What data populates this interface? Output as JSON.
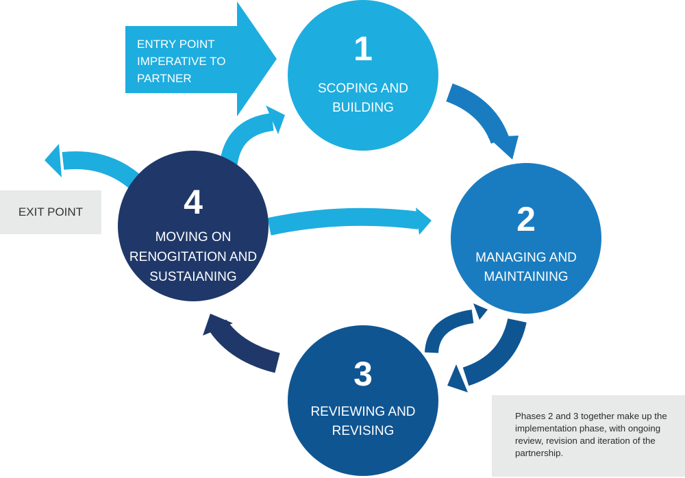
{
  "colors": {
    "light_blue": "#1eaddf",
    "mid_blue": "#1a7cc0",
    "deep_blue": "#0f5592",
    "navy": "#1f3869",
    "note_bg": "#e8e9e9"
  },
  "entry": {
    "lines": [
      "ENTRY POINT",
      "IMPERATIVE TO",
      "PARTNER"
    ]
  },
  "exit": {
    "label": "EXIT POINT"
  },
  "phases": [
    {
      "number": "1",
      "lines": [
        "SCOPING AND",
        "BUILDING"
      ]
    },
    {
      "number": "2",
      "lines": [
        "MANAGING AND",
        "MAINTAINING"
      ]
    },
    {
      "number": "3",
      "lines": [
        "REVIEWING AND",
        "REVISING"
      ]
    },
    {
      "number": "4",
      "lines": [
        "MOVING ON",
        "RENOGITATION AND",
        "SUSTAIANING"
      ]
    }
  ],
  "note": {
    "text": "Phases 2 and 3 together make up the implementation phase, with ongoing review, revision and iteration of the partnership."
  },
  "flows": [
    {
      "from": "entry",
      "to": "1"
    },
    {
      "from": "1",
      "to": "2"
    },
    {
      "from": "2",
      "to": "3"
    },
    {
      "from": "3",
      "to": "2"
    },
    {
      "from": "3",
      "to": "4"
    },
    {
      "from": "4",
      "to": "1"
    },
    {
      "from": "4",
      "to": "2"
    },
    {
      "from": "4",
      "to": "exit"
    }
  ]
}
